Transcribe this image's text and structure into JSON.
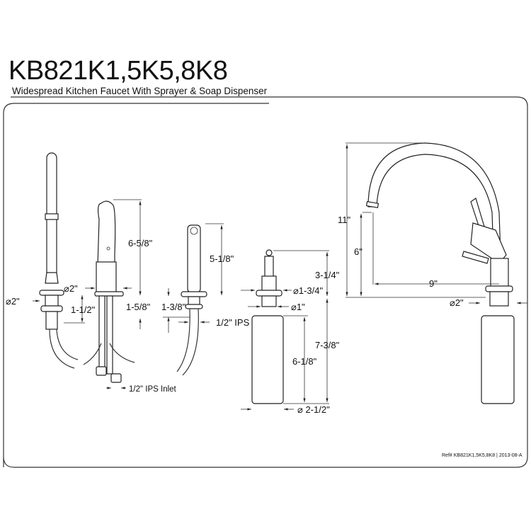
{
  "header": {
    "title": "KB821K1,5K5,8K8",
    "subtitle": "Widespread Kitchen Faucet With Sprayer & Soap Dispenser"
  },
  "dimensions": {
    "handle_left_diameter": "⌀2\"",
    "handle_left_shank": "1-1/2\"",
    "handle_right_diameter": "⌀2\"",
    "handle_right_height": "6-5/8\"",
    "handle_right_shank": "1-5/8\"",
    "inlet": "1/2\" IPS Inlet",
    "sprayer_height": "5-1/8\"",
    "sprayer_shank": "1-3/8\"",
    "sprayer_ips": "1/2\" IPS",
    "soap_height": "3-1/4\"",
    "soap_flange": "⌀1-3/4\"",
    "soap_shank": "⌀1\"",
    "soap_bottle_height": "6-1/8\"",
    "soap_total_below": "7-3/8\"",
    "soap_bottle_diameter": "⌀ 2-1/2\"",
    "spout_height": "11\"",
    "spout_clearance": "6\"",
    "spout_reach": "9\"",
    "spout_base_diameter": "⌀2\""
  },
  "footer": {
    "reference": "Ref# KB821K1,5K5,8K8 | 2013-08-A"
  }
}
